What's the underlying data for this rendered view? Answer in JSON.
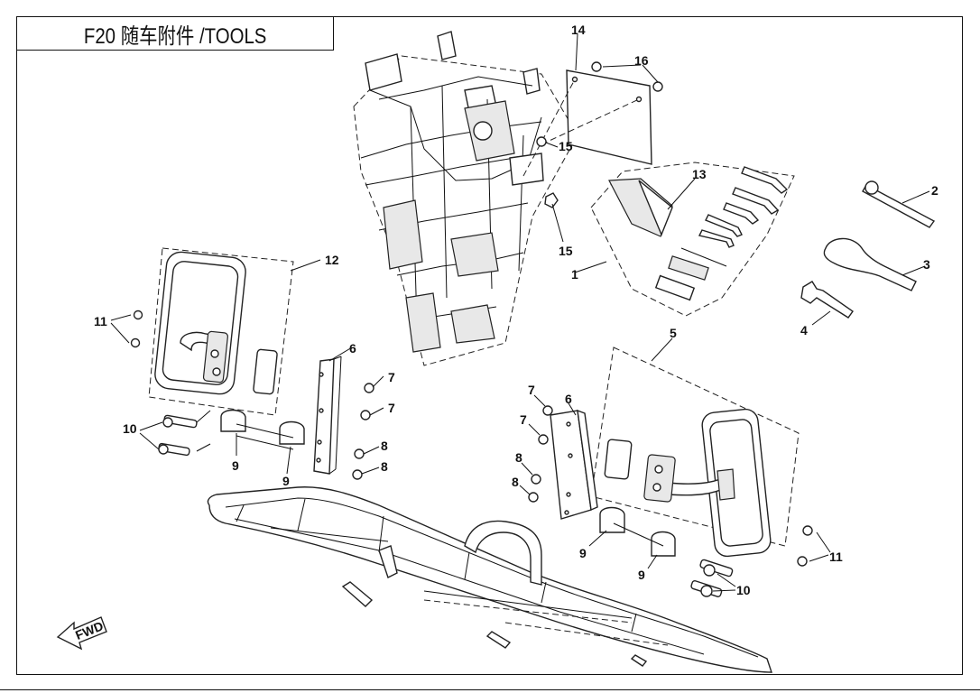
{
  "title": "F20 随车附件 /TOOLS",
  "fwd_label": "FWD",
  "callouts": [
    {
      "id": "c1",
      "label": "1"
    },
    {
      "id": "c2",
      "label": "2"
    },
    {
      "id": "c3",
      "label": "3"
    },
    {
      "id": "c4",
      "label": "4"
    },
    {
      "id": "c5",
      "label": "5"
    },
    {
      "id": "c6a",
      "label": "6"
    },
    {
      "id": "c6b",
      "label": "6"
    },
    {
      "id": "c7a",
      "label": "7"
    },
    {
      "id": "c7b",
      "label": "7"
    },
    {
      "id": "c7c",
      "label": "7"
    },
    {
      "id": "c7d",
      "label": "7"
    },
    {
      "id": "c8a",
      "label": "8"
    },
    {
      "id": "c8b",
      "label": "8"
    },
    {
      "id": "c8c",
      "label": "8"
    },
    {
      "id": "c8d",
      "label": "8"
    },
    {
      "id": "c9a",
      "label": "9"
    },
    {
      "id": "c9b",
      "label": "9"
    },
    {
      "id": "c9c",
      "label": "9"
    },
    {
      "id": "c9d",
      "label": "9"
    },
    {
      "id": "c10a",
      "label": "10"
    },
    {
      "id": "c10b",
      "label": "10"
    },
    {
      "id": "c11a",
      "label": "11"
    },
    {
      "id": "c11b",
      "label": "11"
    },
    {
      "id": "c12",
      "label": "12"
    },
    {
      "id": "c13",
      "label": "13"
    },
    {
      "id": "c14",
      "label": "14"
    },
    {
      "id": "c15a",
      "label": "15"
    },
    {
      "id": "c15b",
      "label": "15"
    },
    {
      "id": "c16",
      "label": "16"
    }
  ]
}
